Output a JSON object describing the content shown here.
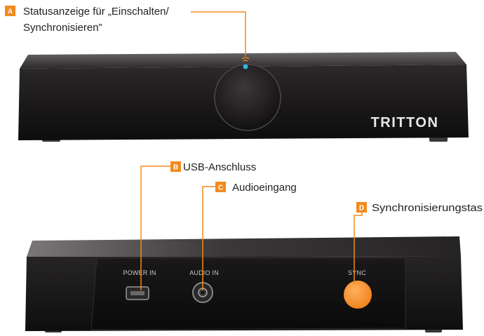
{
  "colors": {
    "accent": "#f28a1e",
    "device_dark": "#1c1a1b",
    "label_text": "#222222",
    "led": "#2fb7e0"
  },
  "front_view": {
    "brand": "TRITTON"
  },
  "back_view": {
    "ports": [
      {
        "id": "power",
        "label": "POWER IN"
      },
      {
        "id": "audio",
        "label": "AUDIO IN"
      },
      {
        "id": "sync",
        "label": "SYNC"
      }
    ]
  },
  "callouts": [
    {
      "letter": "A",
      "lines": [
        "Statusanzeige für „Einschalten/",
        "Synchronisieren”"
      ]
    },
    {
      "letter": "B",
      "lines": [
        "USB-Anschluss"
      ]
    },
    {
      "letter": "C",
      "lines": [
        "Audioeingang"
      ]
    },
    {
      "letter": "D",
      "lines": [
        "Synchronisierungstas"
      ]
    }
  ]
}
